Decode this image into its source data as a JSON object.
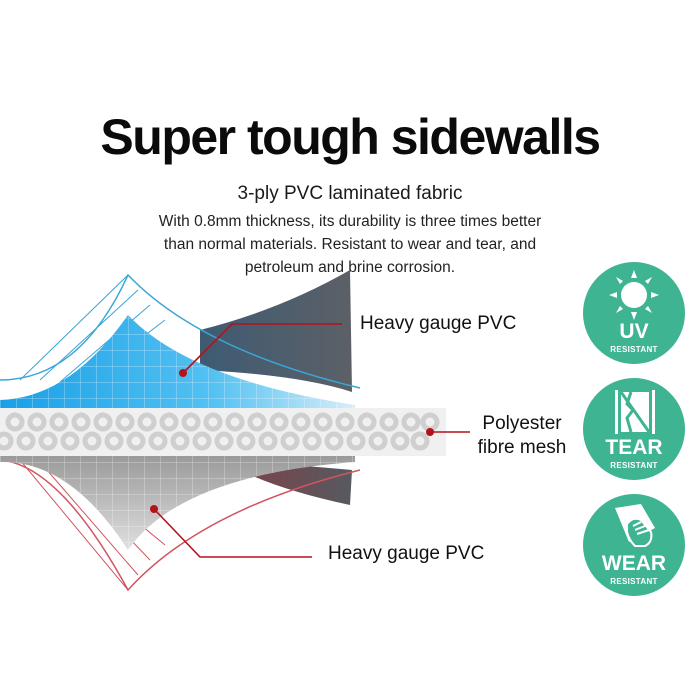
{
  "header": {
    "title": "Super tough sidewalls",
    "subtitle": "3-ply PVC laminated fabric",
    "description": "With 0.8mm thickness, its durability is three times better than normal materials. Resistant to wear and tear, and petroleum and brine corrosion."
  },
  "diagram": {
    "labels": {
      "top": "Heavy gauge PVC",
      "middle_line1": "Polyester",
      "middle_line2": "fibre mesh",
      "bottom": "Heavy gauge PVC"
    },
    "colors": {
      "top_layer": "#1fa3e6",
      "bottom_layer": "#b0b0b0",
      "callout": "#b3121b"
    }
  },
  "badges": [
    {
      "icon": "sun-icon",
      "title": "UV",
      "subtitle": "RESISTANT"
    },
    {
      "icon": "tear-icon",
      "title": "TEAR",
      "subtitle": "RESISTANT"
    },
    {
      "icon": "hand-wipe-icon",
      "title": "WEAR",
      "subtitle": "RESISTANT"
    }
  ],
  "colors": {
    "badge": "#3fb493"
  }
}
